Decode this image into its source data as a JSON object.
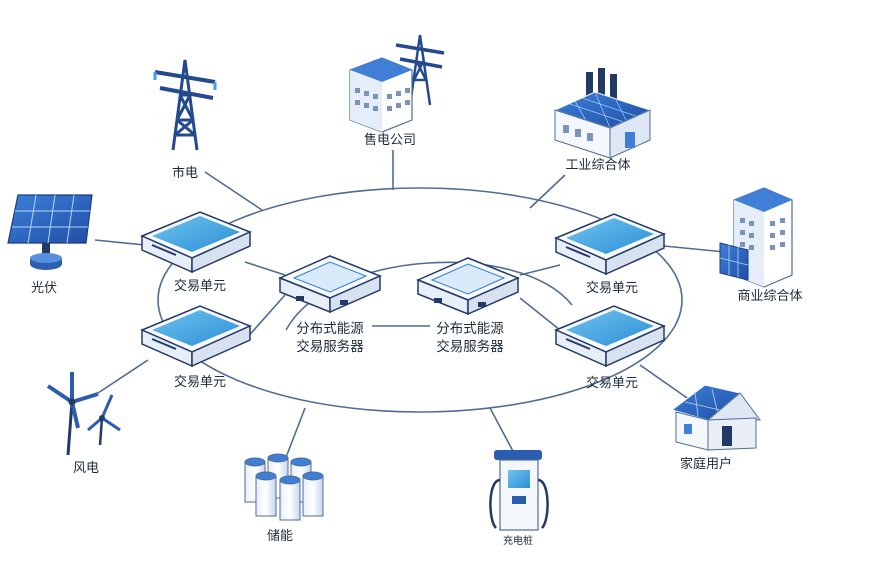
{
  "colors": {
    "line": "#4f6d93",
    "accent": "#2f7dd6",
    "dark": "#233a66",
    "light": "#e9f1fb"
  },
  "nodes": {
    "grid": "市电",
    "retailer": "售电公司",
    "industrial": "工业综合体",
    "solar": "光伏",
    "commercial": "商业综合体",
    "wind": "风电",
    "storage": "储能",
    "charger": "充电桩",
    "household": "家庭用户"
  },
  "units": {
    "top_left": "交易单元",
    "bottom_left": "交易单元",
    "top_right": "交易单元",
    "bottom_right": "交易单元"
  },
  "servers": {
    "left": {
      "line1": "分布式能源",
      "line2": "交易服务器"
    },
    "right": {
      "line1": "分布式能源",
      "line2": "交易服务器"
    }
  }
}
